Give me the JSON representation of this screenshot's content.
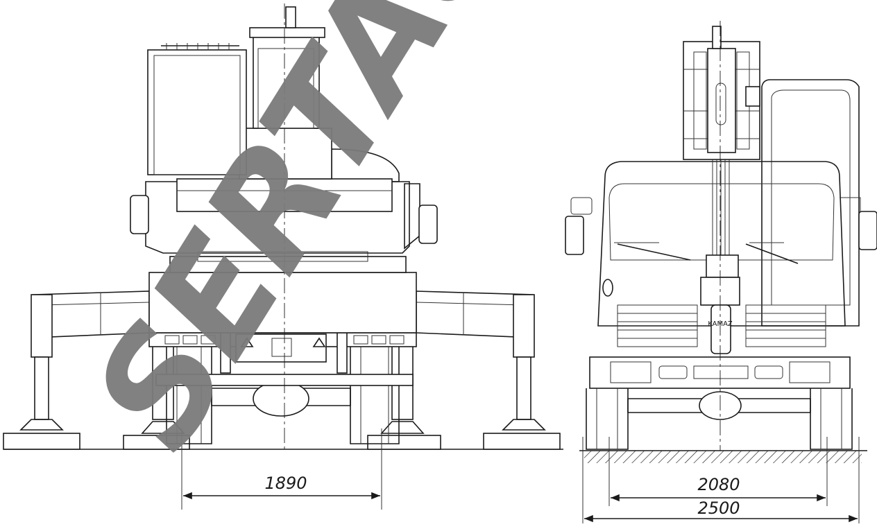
{
  "watermark": {
    "text": "SERTAU",
    "color": "#7a7a7a"
  },
  "rear_view": {
    "dimension_label": "1890"
  },
  "front_view": {
    "dimension_track_label": "2080",
    "dimension_overall_label": "2500",
    "grille_badge": "KAMAZ"
  },
  "colors": {
    "line": "#1a1a1a",
    "background": "#ffffff"
  }
}
